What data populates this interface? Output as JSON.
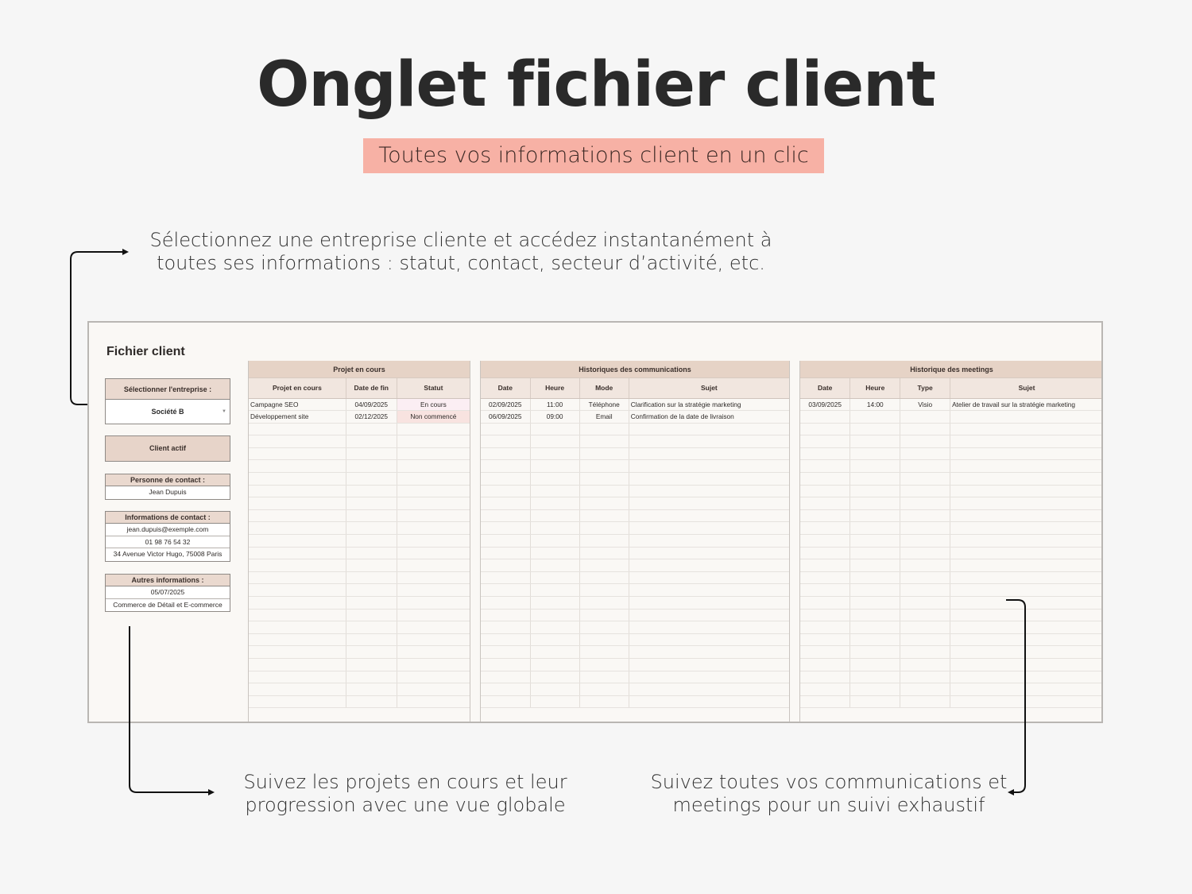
{
  "header": {
    "title": "Onglet fichier client",
    "subtitle": "Toutes vos informations client en un clic"
  },
  "captions": {
    "top": "Sélectionnez une entreprise cliente et accédez instantanément à toutes ses informations : statut, contact, secteur d’activité, etc.",
    "bottom_left": "Suivez les projets en cours et leur progression avec une vue globale",
    "bottom_right": "Suivez toutes vos communications et meetings pour un suivi exhaustif"
  },
  "colors": {
    "background": "#f6f6f6",
    "subtitle_highlight": "#f7b1a5",
    "header_fill": "#e6d3c6",
    "subheader_fill": "#f1e6df",
    "sheet_bg": "#faf8f5"
  },
  "sheet": {
    "title": "Fichier client",
    "selector": {
      "label": "Sélectionner l'entreprise :",
      "value": "Société B",
      "icon": "dropdown-caret-icon"
    },
    "status": "Client actif",
    "contact_person": {
      "label": "Personne de contact :",
      "name": "Jean Dupuis"
    },
    "contact_info": {
      "label": "Informations de contact :",
      "email": "jean.dupuis@exemple.com",
      "phone": "01 98 76 54 32",
      "address": "34 Avenue Victor Hugo, 75008 Paris"
    },
    "other_info": {
      "label": "Autres informations :",
      "date": "05/07/2025",
      "sector": "Commerce de Détail et E-commerce"
    },
    "projects": {
      "title": "Projet en cours",
      "columns": [
        "Projet en cours",
        "Date de fin",
        "Statut"
      ],
      "rows": [
        [
          "Campagne SEO",
          "04/09/2025",
          "En cours"
        ],
        [
          "Développement site",
          "02/12/2025",
          "Non commencé"
        ]
      ]
    },
    "communications": {
      "title": "Historiques des communications",
      "columns": [
        "Date",
        "Heure",
        "Mode",
        "Sujet"
      ],
      "rows": [
        [
          "02/09/2025",
          "11:00",
          "Téléphone",
          "Clarification sur la stratégie marketing"
        ],
        [
          "06/09/2025",
          "09:00",
          "Email",
          "Confirmation de la date de livraison"
        ]
      ]
    },
    "meetings": {
      "title": "Historique des meetings",
      "columns": [
        "Date",
        "Heure",
        "Type",
        "Sujet"
      ],
      "rows": [
        [
          "03/09/2025",
          "14:00",
          "Visio",
          "Atelier de travail sur la stratégie marketing"
        ]
      ]
    }
  }
}
